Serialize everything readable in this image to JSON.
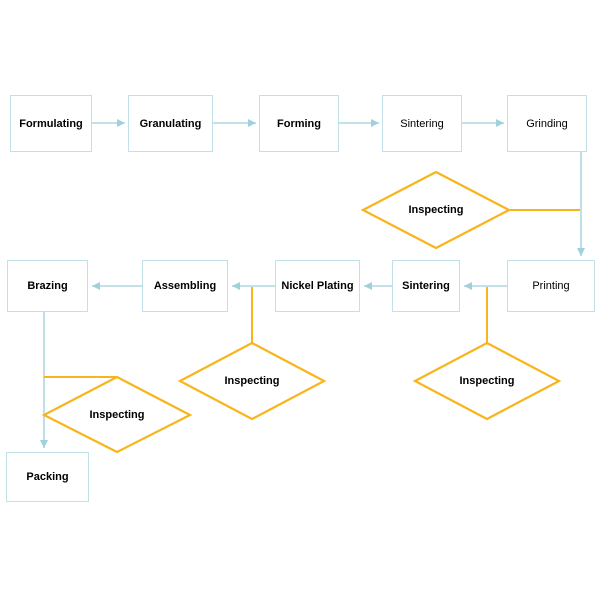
{
  "flowchart": {
    "colors": {
      "process_box_border": "#c2e0e8",
      "connector_blue": "#aed7e0",
      "arrowhead_blue": "#9fd0db",
      "inspection_yellow": "#f9b41b",
      "label_text": "#000000",
      "background": "#ffffff"
    },
    "nodes": {
      "formulating": "Formulating",
      "granulating": "Granulating",
      "forming": "Forming",
      "sintering_first": "Sintering",
      "grinding": "Grinding",
      "printing": "Printing",
      "sintering_second": "Sintering",
      "nickel_plating": "Nickel Plating",
      "assembling": "Assembling",
      "brazing": "Brazing",
      "packing": "Packing",
      "inspecting_after_grinding": "Inspecting",
      "inspecting_after_printing": "Inspecting",
      "inspecting_after_nickel_plating": "Inspecting",
      "inspecting_before_packing": "Inspecting"
    },
    "flow_sequence": [
      "Formulating",
      "Granulating",
      "Forming",
      "Sintering",
      "Grinding",
      "Inspecting",
      "Printing",
      "Sintering",
      "Nickel Plating",
      "Assembling",
      "Brazing",
      "Inspecting",
      "Packing"
    ]
  }
}
